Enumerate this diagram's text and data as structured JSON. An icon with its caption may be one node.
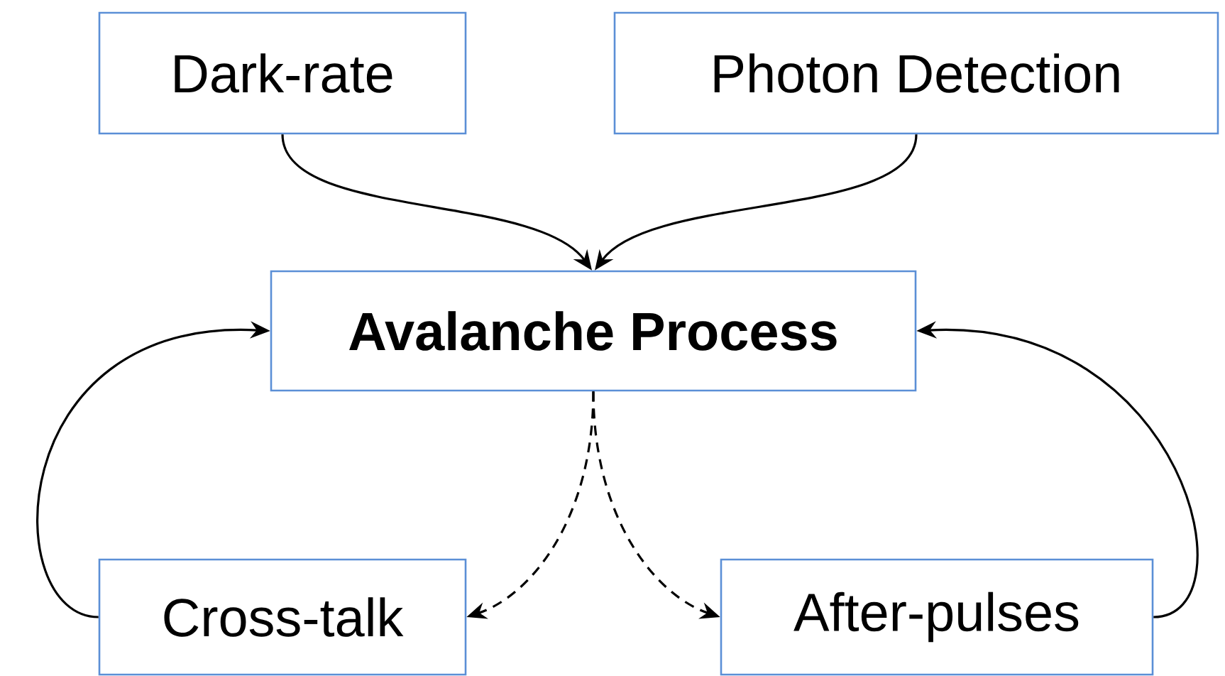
{
  "diagram": {
    "nodes": [
      {
        "text": [
          "Dark-rate"
        ]
      },
      {
        "text": [
          "Photon Detection"
        ]
      },
      {
        "text": [
          "Avalanche Process"
        ]
      },
      {
        "text": [
          "Cross-talk"
        ]
      },
      {
        "text": [
          "After-pulses"
        ]
      }
    ],
    "edges": [
      {
        "from": 0,
        "to": 2,
        "arrow": "to"
      },
      {
        "from": 1,
        "to": 2,
        "arrow": "to"
      },
      {
        "from": 2,
        "to": 3,
        "arrow": "to",
        "style": "dashed"
      },
      {
        "from": 2,
        "to": 4,
        "arrow": "to",
        "style": "dashed"
      },
      {
        "from": 3,
        "to": 2,
        "arrow": "to"
      },
      {
        "from": 4,
        "to": 2,
        "arrow": "to"
      }
    ]
  }
}
